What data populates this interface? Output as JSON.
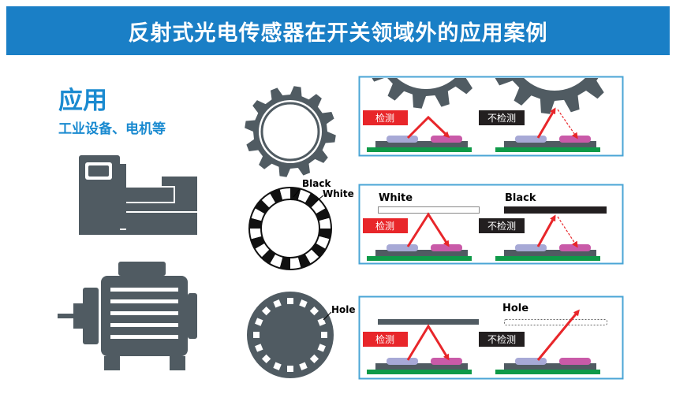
{
  "header": {
    "title": "反射式光电传感器在开关领域外的应用案例"
  },
  "application": {
    "title": "应用",
    "subtitle": "工业设备、电机等"
  },
  "labels": {
    "detect": "检测",
    "no_detect": "不检测"
  },
  "encoder": {
    "black": "Black",
    "white": "White"
  },
  "hole_disk": {
    "hole": "Hole"
  },
  "panels": [
    {
      "name": "gear",
      "left_label": "检测",
      "right_label": "不检测"
    },
    {
      "name": "encoder",
      "left_caption": "White",
      "right_caption": "Black",
      "left_label": "检测",
      "right_label": "不检测"
    },
    {
      "name": "hole",
      "right_caption": "Hole",
      "left_label": "检测",
      "right_label": "不检测"
    }
  ],
  "colors": {
    "header": "#1a7fc6",
    "accent": "#1a8ad0",
    "gray": "#505b62",
    "red": "#e8262a",
    "green": "#0e9a48",
    "emitter": "#a7a9d6",
    "receiver": "#c95aa8",
    "panel_border": "#4aa5d6"
  }
}
